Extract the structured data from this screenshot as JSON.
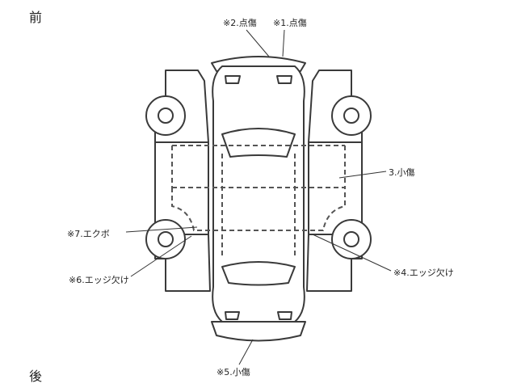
{
  "directions": {
    "front": "前",
    "back": "後"
  },
  "callouts": {
    "scratch_2": "※2.点傷",
    "scratch_1": "※1.点傷",
    "minor_scratch_3": "3.小傷",
    "dent_7": "※7.エクボ",
    "edge_chip_6": "※6.エッジ欠け",
    "edge_chip_4": "※4.エッジ欠け",
    "minor_scratch_5": "※5.小傷"
  },
  "colors": {
    "outline": "#3a3a3a",
    "dashed": "#555555",
    "leader": "#333333",
    "text": "#222222"
  }
}
